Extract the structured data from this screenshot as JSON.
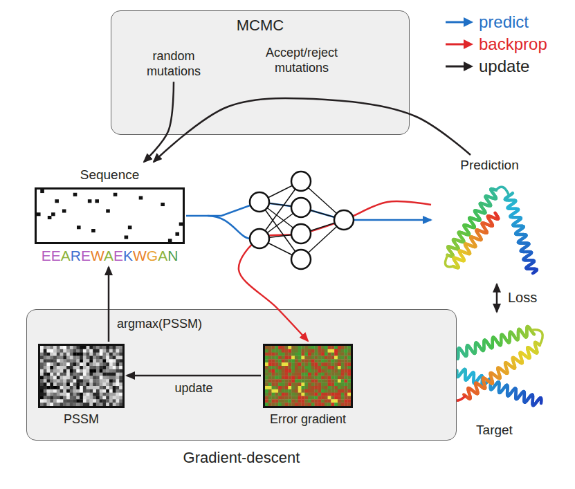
{
  "diagram": {
    "nodes": [
      {
        "text": [
          "MCMC"
        ]
      },
      {
        "text": [
          "random mutations"
        ],
        "in": 0
      },
      {
        "text": [
          "Accept/reject mutations"
        ],
        "in": 0
      },
      {
        "text": [
          "Sequence",
          "EEAREWAEKWGAN"
        ]
      },
      {
        "text": [
          "Prediction"
        ]
      },
      {
        "text": [
          "Target"
        ]
      },
      {
        "text": [
          "Gradient-descent"
        ]
      },
      {
        "text": [
          "PSSM"
        ],
        "in": 6
      },
      {
        "text": [
          "Error gradient"
        ],
        "in": 6
      }
    ],
    "edges": [
      {
        "from": 1,
        "to": 3,
        "arrow": "to"
      },
      {
        "from": 4,
        "to": 3,
        "arrow": "to"
      },
      {
        "from": 3,
        "to": 4,
        "arrow": "to"
      },
      {
        "from": 4,
        "to": 8,
        "arrow": "to"
      },
      {
        "from": 4,
        "to": 5,
        "label": "Loss",
        "arrow": "both"
      },
      {
        "from": 8,
        "to": 7,
        "label": "update",
        "arrow": "to"
      },
      {
        "from": 7,
        "to": 3,
        "label": "argmax(PSSM)",
        "arrow": "to"
      }
    ],
    "legend": [
      {
        "text": "predict",
        "color": "#1f6fc5"
      },
      {
        "text": "backprop",
        "color": "#e0262a"
      },
      {
        "text": "update",
        "color": "#231f20"
      }
    ]
  }
}
